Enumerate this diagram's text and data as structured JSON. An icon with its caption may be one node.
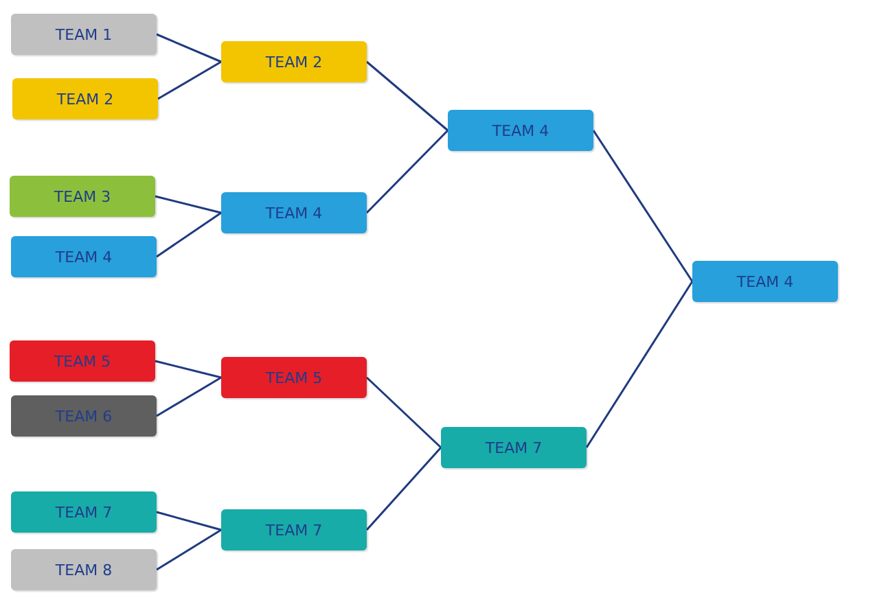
{
  "diagram": {
    "nodes": [
      {
        "text": [
          "TEAM 1"
        ]
      },
      {
        "text": [
          "TEAM 2"
        ]
      },
      {
        "text": [
          "TEAM 3"
        ]
      },
      {
        "text": [
          "TEAM 4"
        ]
      },
      {
        "text": [
          "TEAM 5"
        ]
      },
      {
        "text": [
          "TEAM 6"
        ]
      },
      {
        "text": [
          "TEAM 7"
        ]
      },
      {
        "text": [
          "TEAM 8"
        ]
      },
      {
        "text": [
          "TEAM 2"
        ]
      },
      {
        "text": [
          "TEAM 4"
        ]
      },
      {
        "text": [
          "TEAM 5"
        ]
      },
      {
        "text": [
          "TEAM 7"
        ]
      },
      {
        "text": [
          "TEAM 4"
        ]
      },
      {
        "text": [
          "TEAM 7"
        ]
      },
      {
        "text": [
          "TEAM 4"
        ]
      }
    ],
    "edges": [
      {
        "from": 0,
        "to": 8,
        "arrow": "none"
      },
      {
        "from": 1,
        "to": 8,
        "arrow": "none"
      },
      {
        "from": 2,
        "to": 9,
        "arrow": "none"
      },
      {
        "from": 3,
        "to": 9,
        "arrow": "none"
      },
      {
        "from": 4,
        "to": 10,
        "arrow": "none"
      },
      {
        "from": 5,
        "to": 10,
        "arrow": "none"
      },
      {
        "from": 6,
        "to": 11,
        "arrow": "none"
      },
      {
        "from": 7,
        "to": 11,
        "arrow": "none"
      },
      {
        "from": 8,
        "to": 12,
        "arrow": "none"
      },
      {
        "from": 9,
        "to": 12,
        "arrow": "none"
      },
      {
        "from": 10,
        "to": 13,
        "arrow": "none"
      },
      {
        "from": 11,
        "to": 13,
        "arrow": "none"
      },
      {
        "from": 12,
        "to": 14,
        "arrow": "none"
      },
      {
        "from": 13,
        "to": 14,
        "arrow": "none"
      }
    ]
  }
}
